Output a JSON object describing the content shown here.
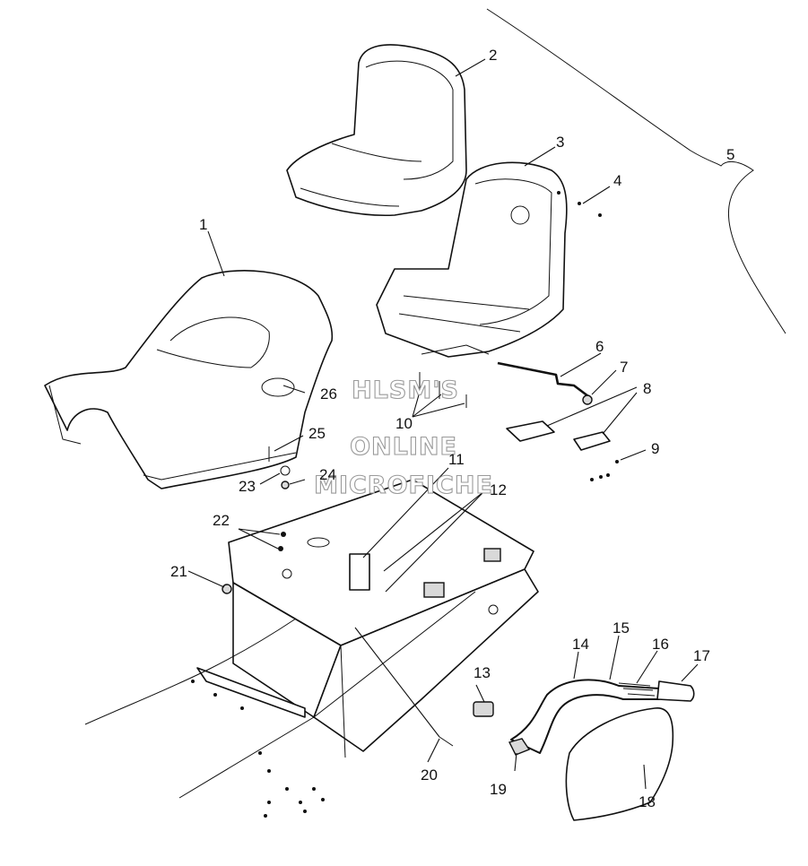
{
  "callouts": [
    "1",
    "2",
    "3",
    "4",
    "5",
    "6",
    "7",
    "8",
    "9",
    "10",
    "11",
    "12",
    "13",
    "14",
    "15",
    "16",
    "17",
    "18",
    "19",
    "20",
    "21",
    "22",
    "23",
    "24",
    "25",
    "26"
  ],
  "watermark": {
    "line1": "HLSM'S",
    "line2": "ONLINE",
    "line3": "MICROFICHE"
  }
}
